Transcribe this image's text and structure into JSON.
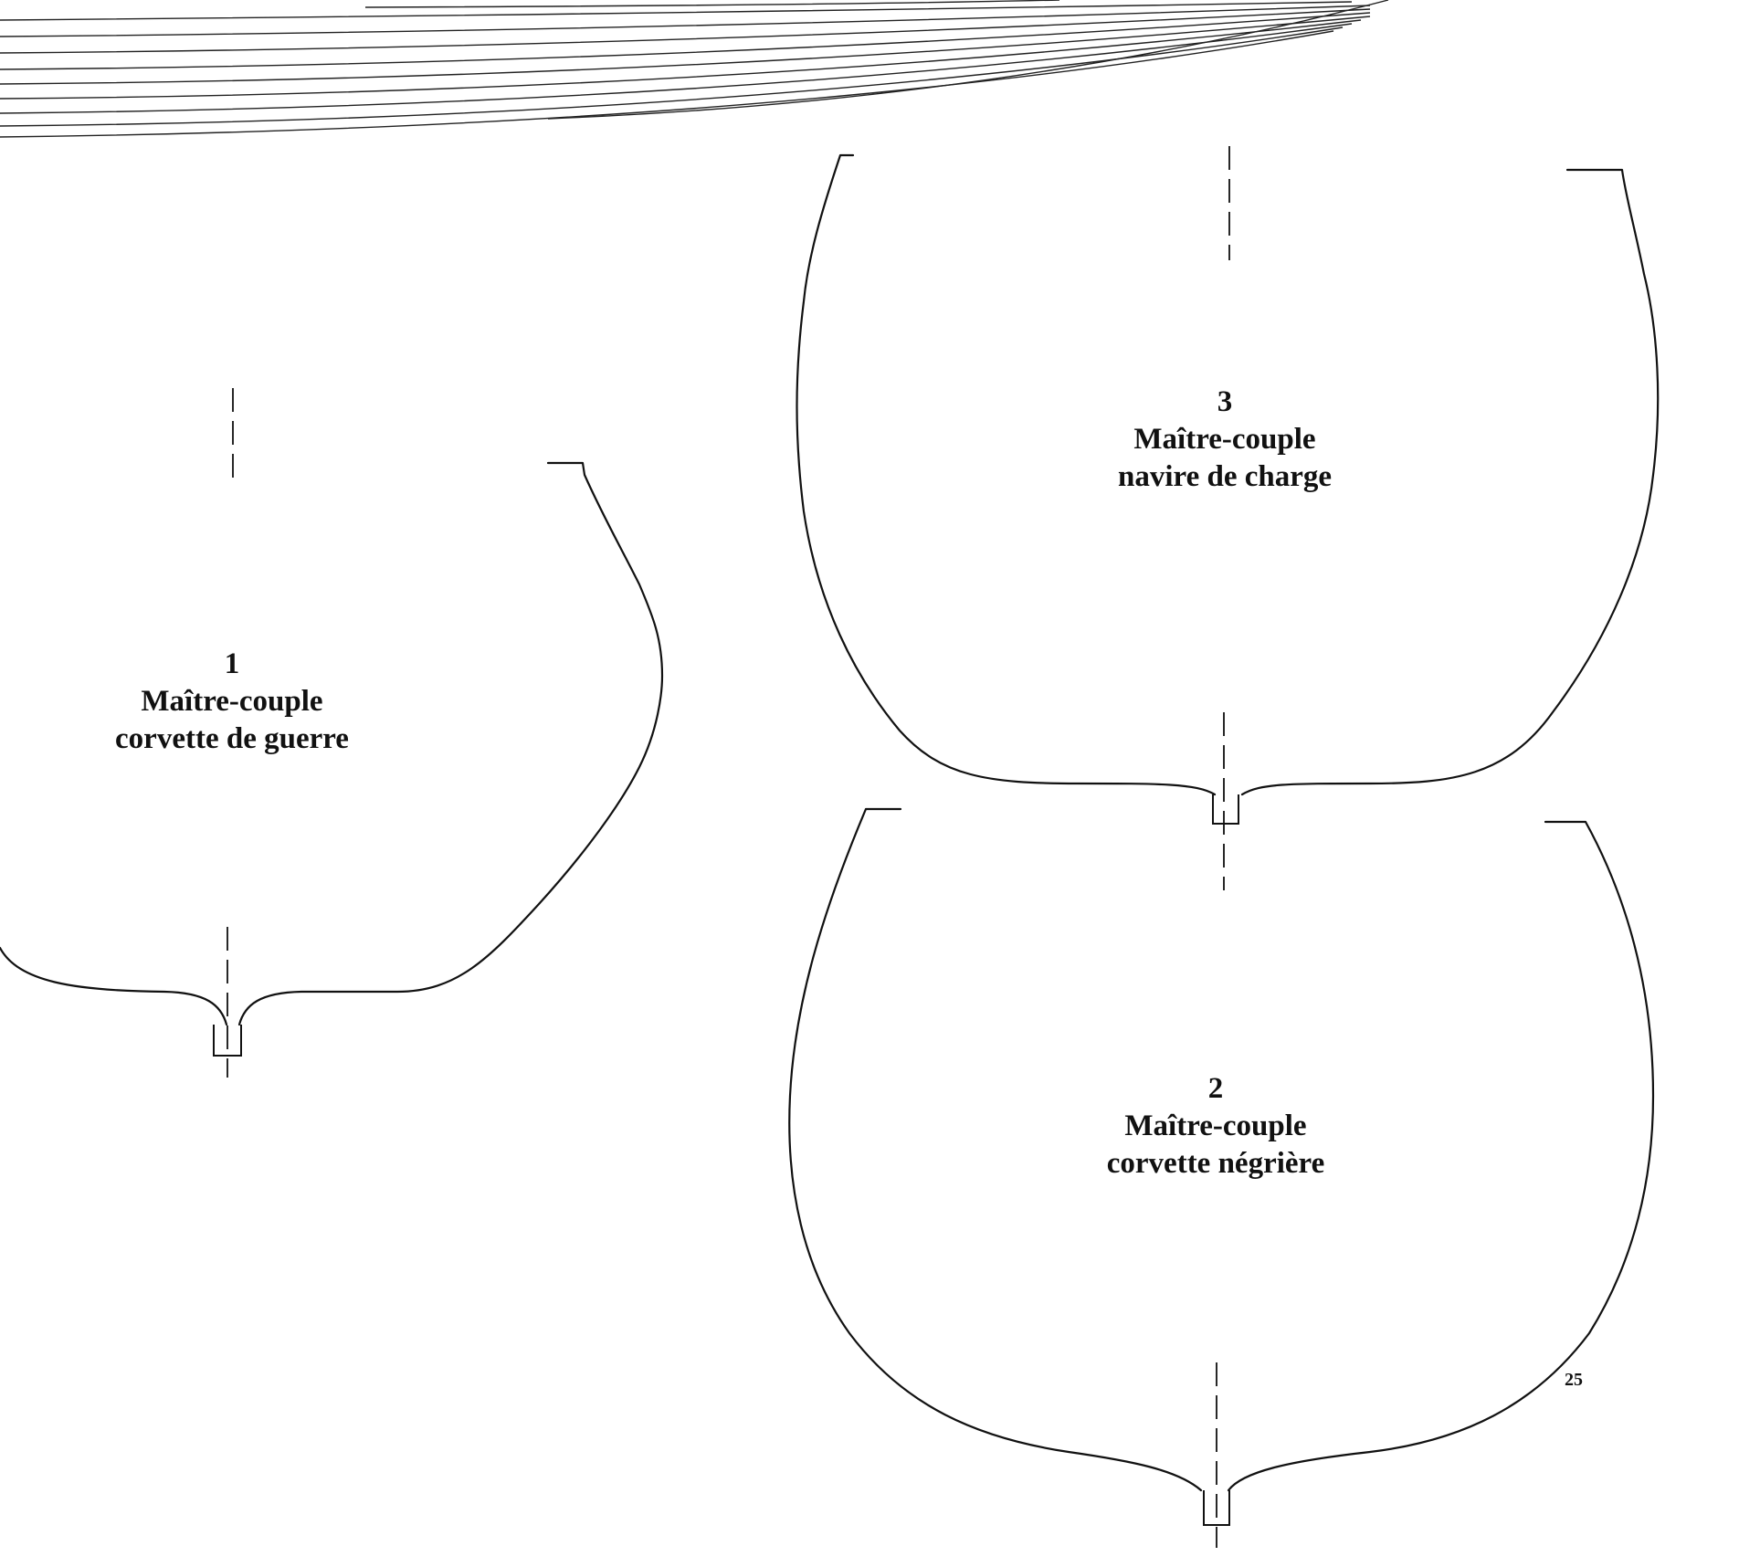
{
  "figures": [
    {
      "id": "1",
      "number": "1",
      "title": "Maître-couple",
      "subtitle": "corvette de guerre"
    },
    {
      "id": "3",
      "number": "3",
      "title": "Maître-couple",
      "subtitle": "navire de charge"
    },
    {
      "id": "2",
      "number": "2",
      "title": "Maître-couple",
      "subtitle": "corvette négrière"
    }
  ],
  "page_number": "25",
  "colors": {
    "ink": "#111111",
    "paper": "#ffffff"
  }
}
